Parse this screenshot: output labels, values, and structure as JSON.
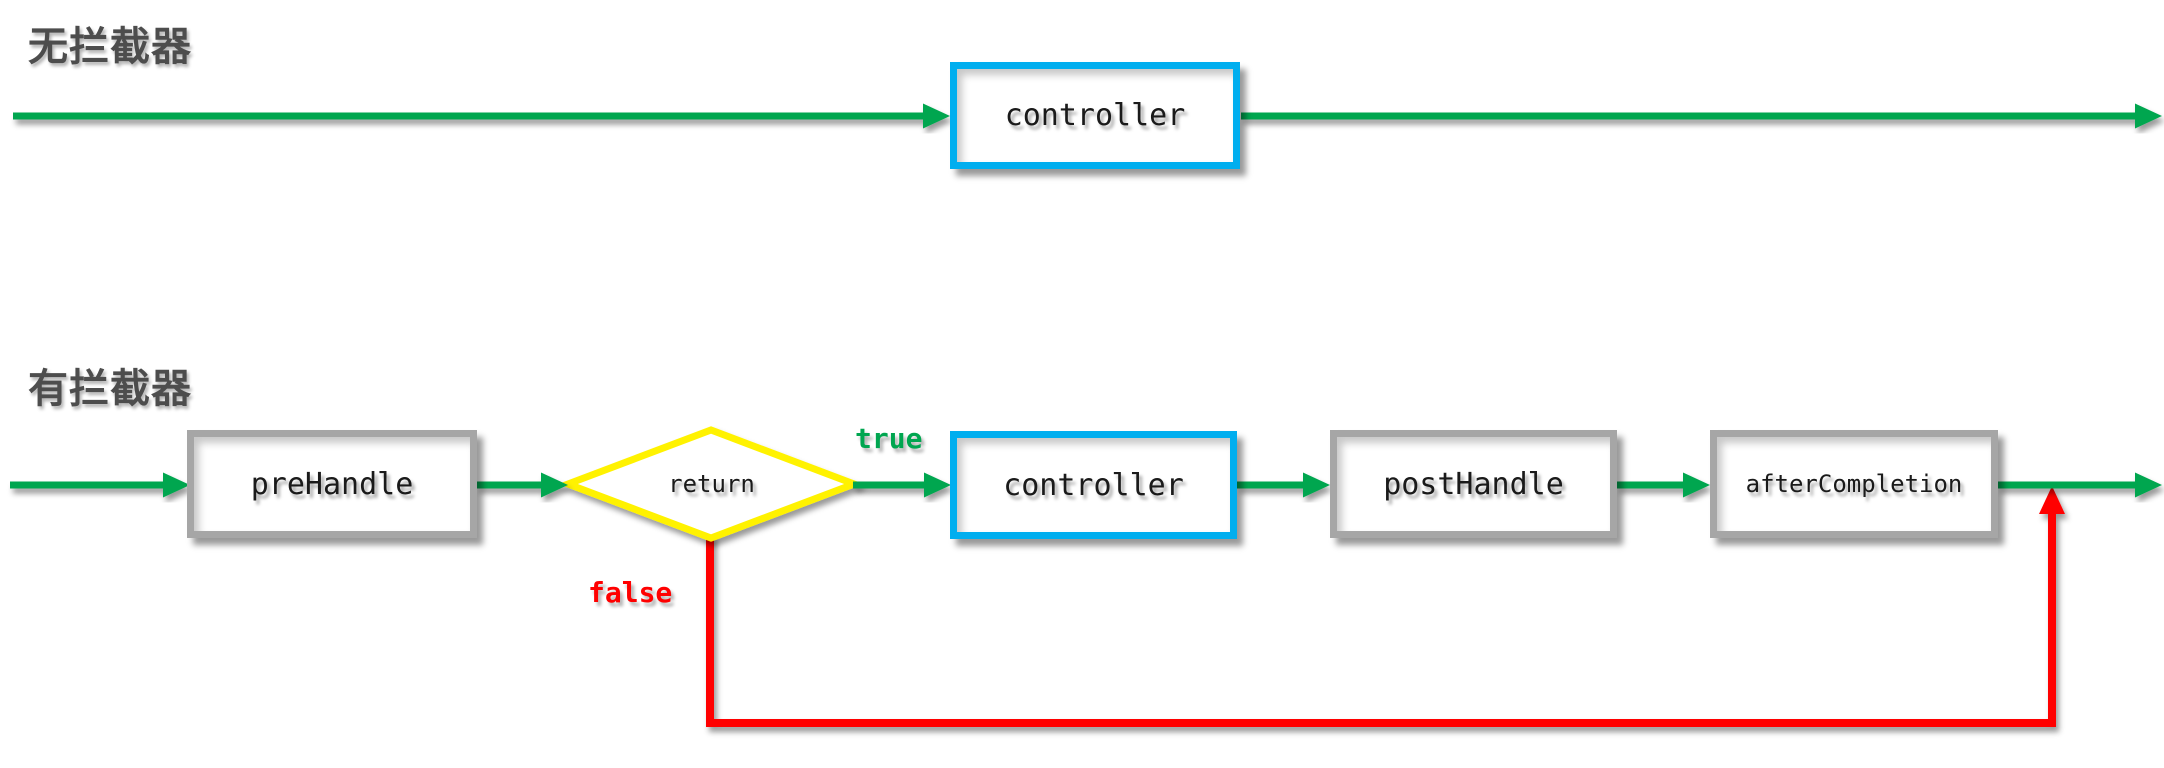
{
  "sections": {
    "no_interceptor": {
      "title": "无拦截器"
    },
    "with_interceptor": {
      "title": "有拦截器"
    }
  },
  "nodes": {
    "controller_top": "controller",
    "pre_handle": "preHandle",
    "decision": "return",
    "controller": "controller",
    "post_handle": "postHandle",
    "after_completion": "afterCompletion"
  },
  "branches": {
    "true_label": "true",
    "false_label": "false"
  },
  "colors": {
    "flow_green": "#00A650",
    "controller_blue": "#00AEEF",
    "decision_yellow": "#FFF200",
    "false_red": "#FF0000",
    "box_gray": "#A6A6A6",
    "title_gray": "#4D4D4D",
    "text_black": "#1A1A1A"
  }
}
